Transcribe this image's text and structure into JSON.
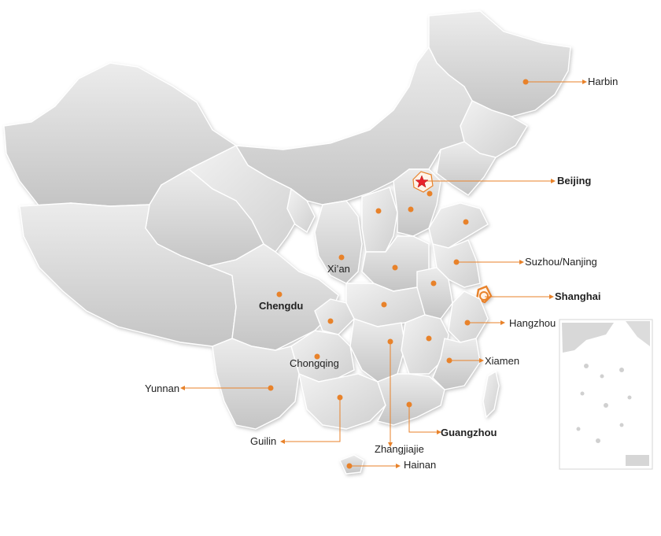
{
  "map": {
    "accent_color": "#e8822a",
    "capital_marker_color": "#e8212a",
    "region_fill": "#d6d6d6",
    "region_stroke": "#ffffff"
  },
  "cities": [
    {
      "id": "harbin",
      "label": "Harbin",
      "bold": false
    },
    {
      "id": "beijing",
      "label": "Beijing",
      "bold": true
    },
    {
      "id": "suzhou-nanjing",
      "label": "Suzhou/Nanjing",
      "bold": false
    },
    {
      "id": "shanghai",
      "label": "Shanghai",
      "bold": true
    },
    {
      "id": "hangzhou",
      "label": "Hangzhou",
      "bold": false
    },
    {
      "id": "xiamen",
      "label": "Xiamen",
      "bold": false
    },
    {
      "id": "guangzhou",
      "label": "Guangzhou",
      "bold": true
    },
    {
      "id": "hainan",
      "label": "Hainan",
      "bold": false
    },
    {
      "id": "zhangjiajie",
      "label": "Zhangjiajie",
      "bold": false
    },
    {
      "id": "guilin",
      "label": "Guilin",
      "bold": false
    },
    {
      "id": "yunnan",
      "label": "Yunnan",
      "bold": false
    },
    {
      "id": "chongqing",
      "label": "Chongqing",
      "bold": false
    },
    {
      "id": "chengdu",
      "label": "Chengdu",
      "bold": true
    },
    {
      "id": "xian",
      "label": "Xi’an",
      "bold": false
    }
  ]
}
